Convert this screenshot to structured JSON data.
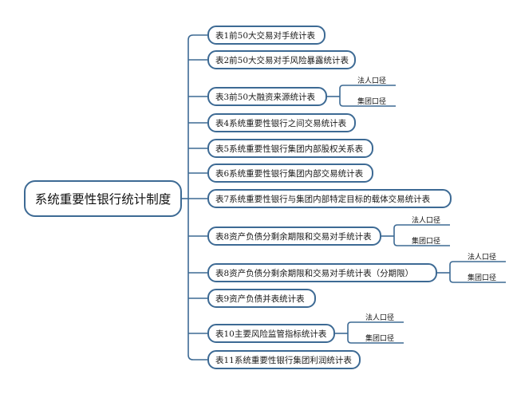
{
  "root": "系统重要性银行统计制度",
  "branches": [
    {
      "label": "表1前50大交易对手统计表",
      "children": []
    },
    {
      "label": "表2前50大交易对手风险暴露统计表",
      "children": []
    },
    {
      "label": "表3前50大融资来源统计表",
      "children": [
        "法人口径",
        "集团口径"
      ]
    },
    {
      "label": "表4系统重要性银行之间交易统计表",
      "children": []
    },
    {
      "label": "表5系统重要性银行集团内部股权关系表",
      "children": []
    },
    {
      "label": "表6系统重要性银行集团内部交易统计表",
      "children": []
    },
    {
      "label": "表7系统重要性银行与集团内部特定目标的载体交易统计表",
      "children": []
    },
    {
      "label": "表8资产负债分剩余期限和交易对手统计表",
      "children": [
        "法人口径",
        "集团口径"
      ]
    },
    {
      "label": "表8资产负债分剩余期限和交易对手统计表（分期限）",
      "children": [
        "法人口径",
        "集团口径"
      ]
    },
    {
      "label": "表9资产负债并表统计表",
      "children": []
    },
    {
      "label": "表10主要风险监管指标统计表",
      "children": [
        "法人口径",
        "集团口径"
      ]
    },
    {
      "label": "表11系统重要性银行集团利润统计表",
      "children": []
    }
  ]
}
